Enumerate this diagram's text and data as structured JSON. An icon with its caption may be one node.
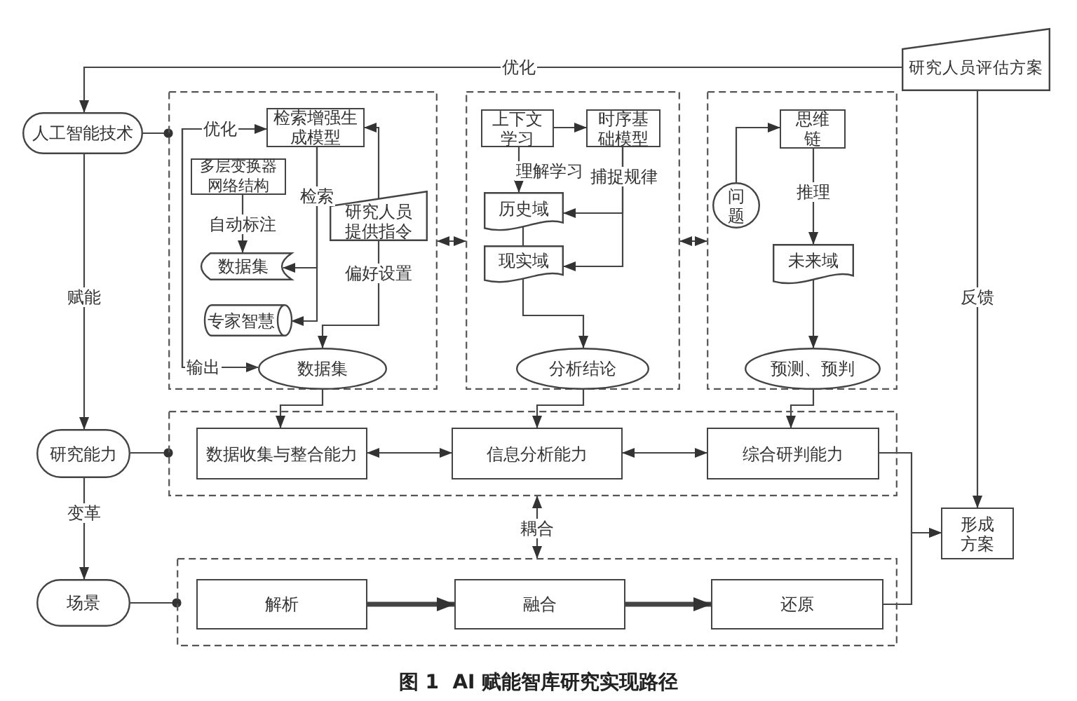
{
  "diagram": {
    "caption": "图 1  AI 赋能智库研究实现路径",
    "nodes": [
      {
        "text": [
          "人工智能技术"
        ]
      },
      {
        "text": [
          "研究人员评估方案"
        ]
      },
      {
        "text": [],
        "shape": "box"
      },
      {
        "text": [
          "检索增强生成模型"
        ],
        "in": 2
      },
      {
        "text": [
          "多层变换器网络结构"
        ],
        "in": 2
      },
      {
        "text": [
          "研究人员提供指令"
        ],
        "in": 2
      },
      {
        "text": [
          "数据集"
        ],
        "in": 2
      },
      {
        "text": [
          "专家智慧"
        ],
        "in": 2
      },
      {
        "text": [
          "数据集"
        ],
        "in": 2
      },
      {
        "text": [],
        "shape": "box"
      },
      {
        "text": [
          "上下文学习"
        ],
        "in": 9
      },
      {
        "text": [
          "时序基础模型"
        ],
        "in": 9
      },
      {
        "text": [
          "历史域"
        ],
        "in": 9
      },
      {
        "text": [
          "现实域"
        ],
        "in": 9
      },
      {
        "text": [
          "分析结论"
        ],
        "in": 9
      },
      {
        "text": [],
        "shape": "box"
      },
      {
        "text": [
          "问题"
        ],
        "in": 15
      },
      {
        "text": [
          "思维链"
        ],
        "in": 15
      },
      {
        "text": [
          "未来域"
        ],
        "in": 15
      },
      {
        "text": [
          "预测、预判"
        ],
        "in": 15
      },
      {
        "text": [],
        "shape": "box"
      },
      {
        "text": [
          "研究能力"
        ]
      },
      {
        "text": [
          "数据收集与整合能力"
        ],
        "in": 20
      },
      {
        "text": [
          "信息分析能力"
        ],
        "in": 20
      },
      {
        "text": [
          "综合研判能力"
        ],
        "in": 20
      },
      {
        "text": [
          "形成方案"
        ]
      },
      {
        "text": [],
        "shape": "box"
      },
      {
        "text": [
          "场景"
        ]
      },
      {
        "text": [
          "解析"
        ],
        "in": 26
      },
      {
        "text": [
          "融合"
        ],
        "in": 26
      },
      {
        "text": [
          "还原"
        ],
        "in": 26
      }
    ],
    "edges": [
      {
        "from": 1,
        "to": 0,
        "arrow": "to",
        "label": "优化"
      },
      {
        "from": 0,
        "to": 2,
        "arrow": "other"
      },
      {
        "from": 0,
        "to": 21,
        "arrow": "to",
        "label": "赋能"
      },
      {
        "from": 21,
        "to": 20,
        "arrow": "other"
      },
      {
        "from": 21,
        "to": 27,
        "arrow": "to",
        "label": "变革"
      },
      {
        "from": 27,
        "to": 26,
        "arrow": "other"
      },
      {
        "from": 3,
        "to": 8,
        "arrow": "to",
        "label": "输出"
      },
      {
        "from": 8,
        "to": 3,
        "arrow": "to",
        "label": "优化"
      },
      {
        "from": 3,
        "to": 6,
        "arrow": "to",
        "label": "检索"
      },
      {
        "from": 3,
        "to": 7,
        "arrow": "to"
      },
      {
        "from": 4,
        "to": 6,
        "arrow": "to",
        "label": "自动标注"
      },
      {
        "from": 5,
        "to": 3,
        "arrow": "to"
      },
      {
        "from": 5,
        "to": 8,
        "arrow": "to",
        "label": "偏好设置"
      },
      {
        "from": 2,
        "to": 9,
        "arrow": "both"
      },
      {
        "from": 9,
        "to": 15,
        "arrow": "both"
      },
      {
        "from": 10,
        "to": 11,
        "arrow": "to"
      },
      {
        "from": 10,
        "to": 12,
        "arrow": "to",
        "label": "理解学习"
      },
      {
        "from": 11,
        "to": 12,
        "arrow": "to",
        "label": "捕捉规律"
      },
      {
        "from": 11,
        "to": 13,
        "arrow": "to"
      },
      {
        "from": 12,
        "to": 13,
        "arrow": "none"
      },
      {
        "from": 13,
        "to": 14,
        "arrow": "to"
      },
      {
        "from": 16,
        "to": 17,
        "arrow": "to"
      },
      {
        "from": 17,
        "to": 18,
        "arrow": "to",
        "label": "推理"
      },
      {
        "from": 18,
        "to": 19,
        "arrow": "to"
      },
      {
        "from": 8,
        "to": 22,
        "arrow": "to"
      },
      {
        "from": 14,
        "to": 23,
        "arrow": "to"
      },
      {
        "from": 19,
        "to": 24,
        "arrow": "to"
      },
      {
        "from": 22,
        "to": 23,
        "arrow": "both"
      },
      {
        "from": 23,
        "to": 24,
        "arrow": "both"
      },
      {
        "from": 24,
        "to": 25,
        "arrow": "to"
      },
      {
        "from": 30,
        "to": 25,
        "arrow": "to"
      },
      {
        "from": 1,
        "to": 25,
        "arrow": "to",
        "label": "反馈"
      },
      {
        "from": 20,
        "to": 26,
        "arrow": "both",
        "label": "耦合"
      },
      {
        "from": 28,
        "to": 29,
        "arrow": "to",
        "style": "thick"
      },
      {
        "from": 29,
        "to": 30,
        "arrow": "to",
        "style": "thick"
      }
    ]
  }
}
